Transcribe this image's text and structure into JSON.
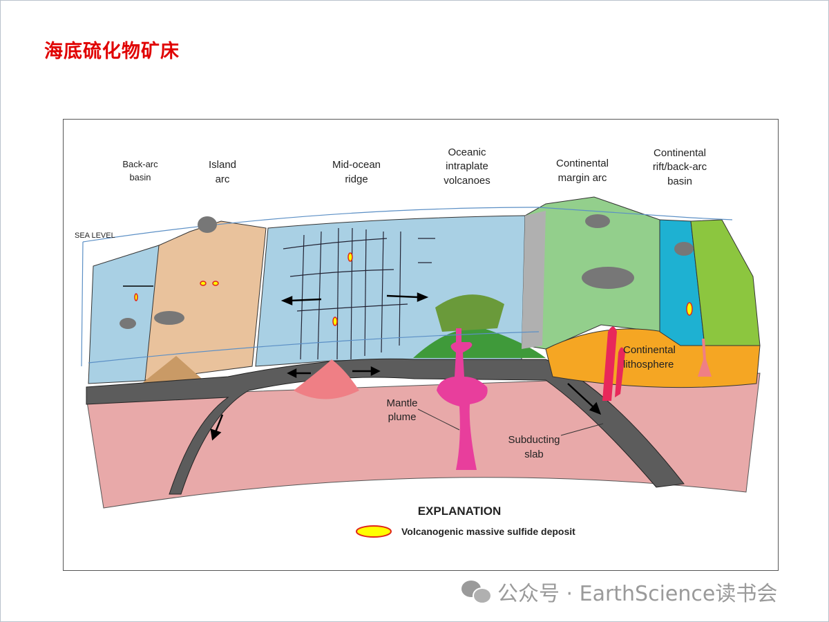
{
  "slide": {
    "title": "海底硫化物矿床"
  },
  "diagram": {
    "labels": {
      "back_arc_basin": [
        "Back-arc",
        "basin"
      ],
      "island_arc": [
        "Island",
        "arc"
      ],
      "mid_ocean_ridge": [
        "Mid-ocean",
        "ridge"
      ],
      "oceanic_intraplate": [
        "Oceanic",
        "intraplate",
        "volcanoes"
      ],
      "continental_margin_arc": [
        "Continental",
        "margin arc"
      ],
      "continental_rift": [
        "Continental",
        "rift/back-arc",
        "basin"
      ],
      "sea_level": "SEA LEVEL",
      "mantle_plume": [
        "Mantle",
        "plume"
      ],
      "subducting_slab": [
        "Subducting",
        "slab"
      ],
      "continental_lithosphere": [
        "Continental",
        "lithosphere"
      ]
    },
    "explanation": {
      "heading": "EXPLANATION",
      "legend_item": "Volcanogenic massive sulfide deposit"
    },
    "colors": {
      "mantle": "#e8a9a9",
      "ocean": "#a9d0e4",
      "island_arc": "#e9c29c",
      "lithosphere": "#5c5c5c",
      "continental_arc": "#93cf8c",
      "continental_lithosphere": "#f5a623",
      "rift_water": "#1eb1d2",
      "rift_land": "#8cc63f",
      "plume": "#e83e9c",
      "intraplate": "#3f9a3a",
      "deposit_fill": "#ffff00",
      "deposit_edge": "#e0261b"
    }
  },
  "watermark": {
    "text": "公众号 · EarthScience读书会"
  }
}
